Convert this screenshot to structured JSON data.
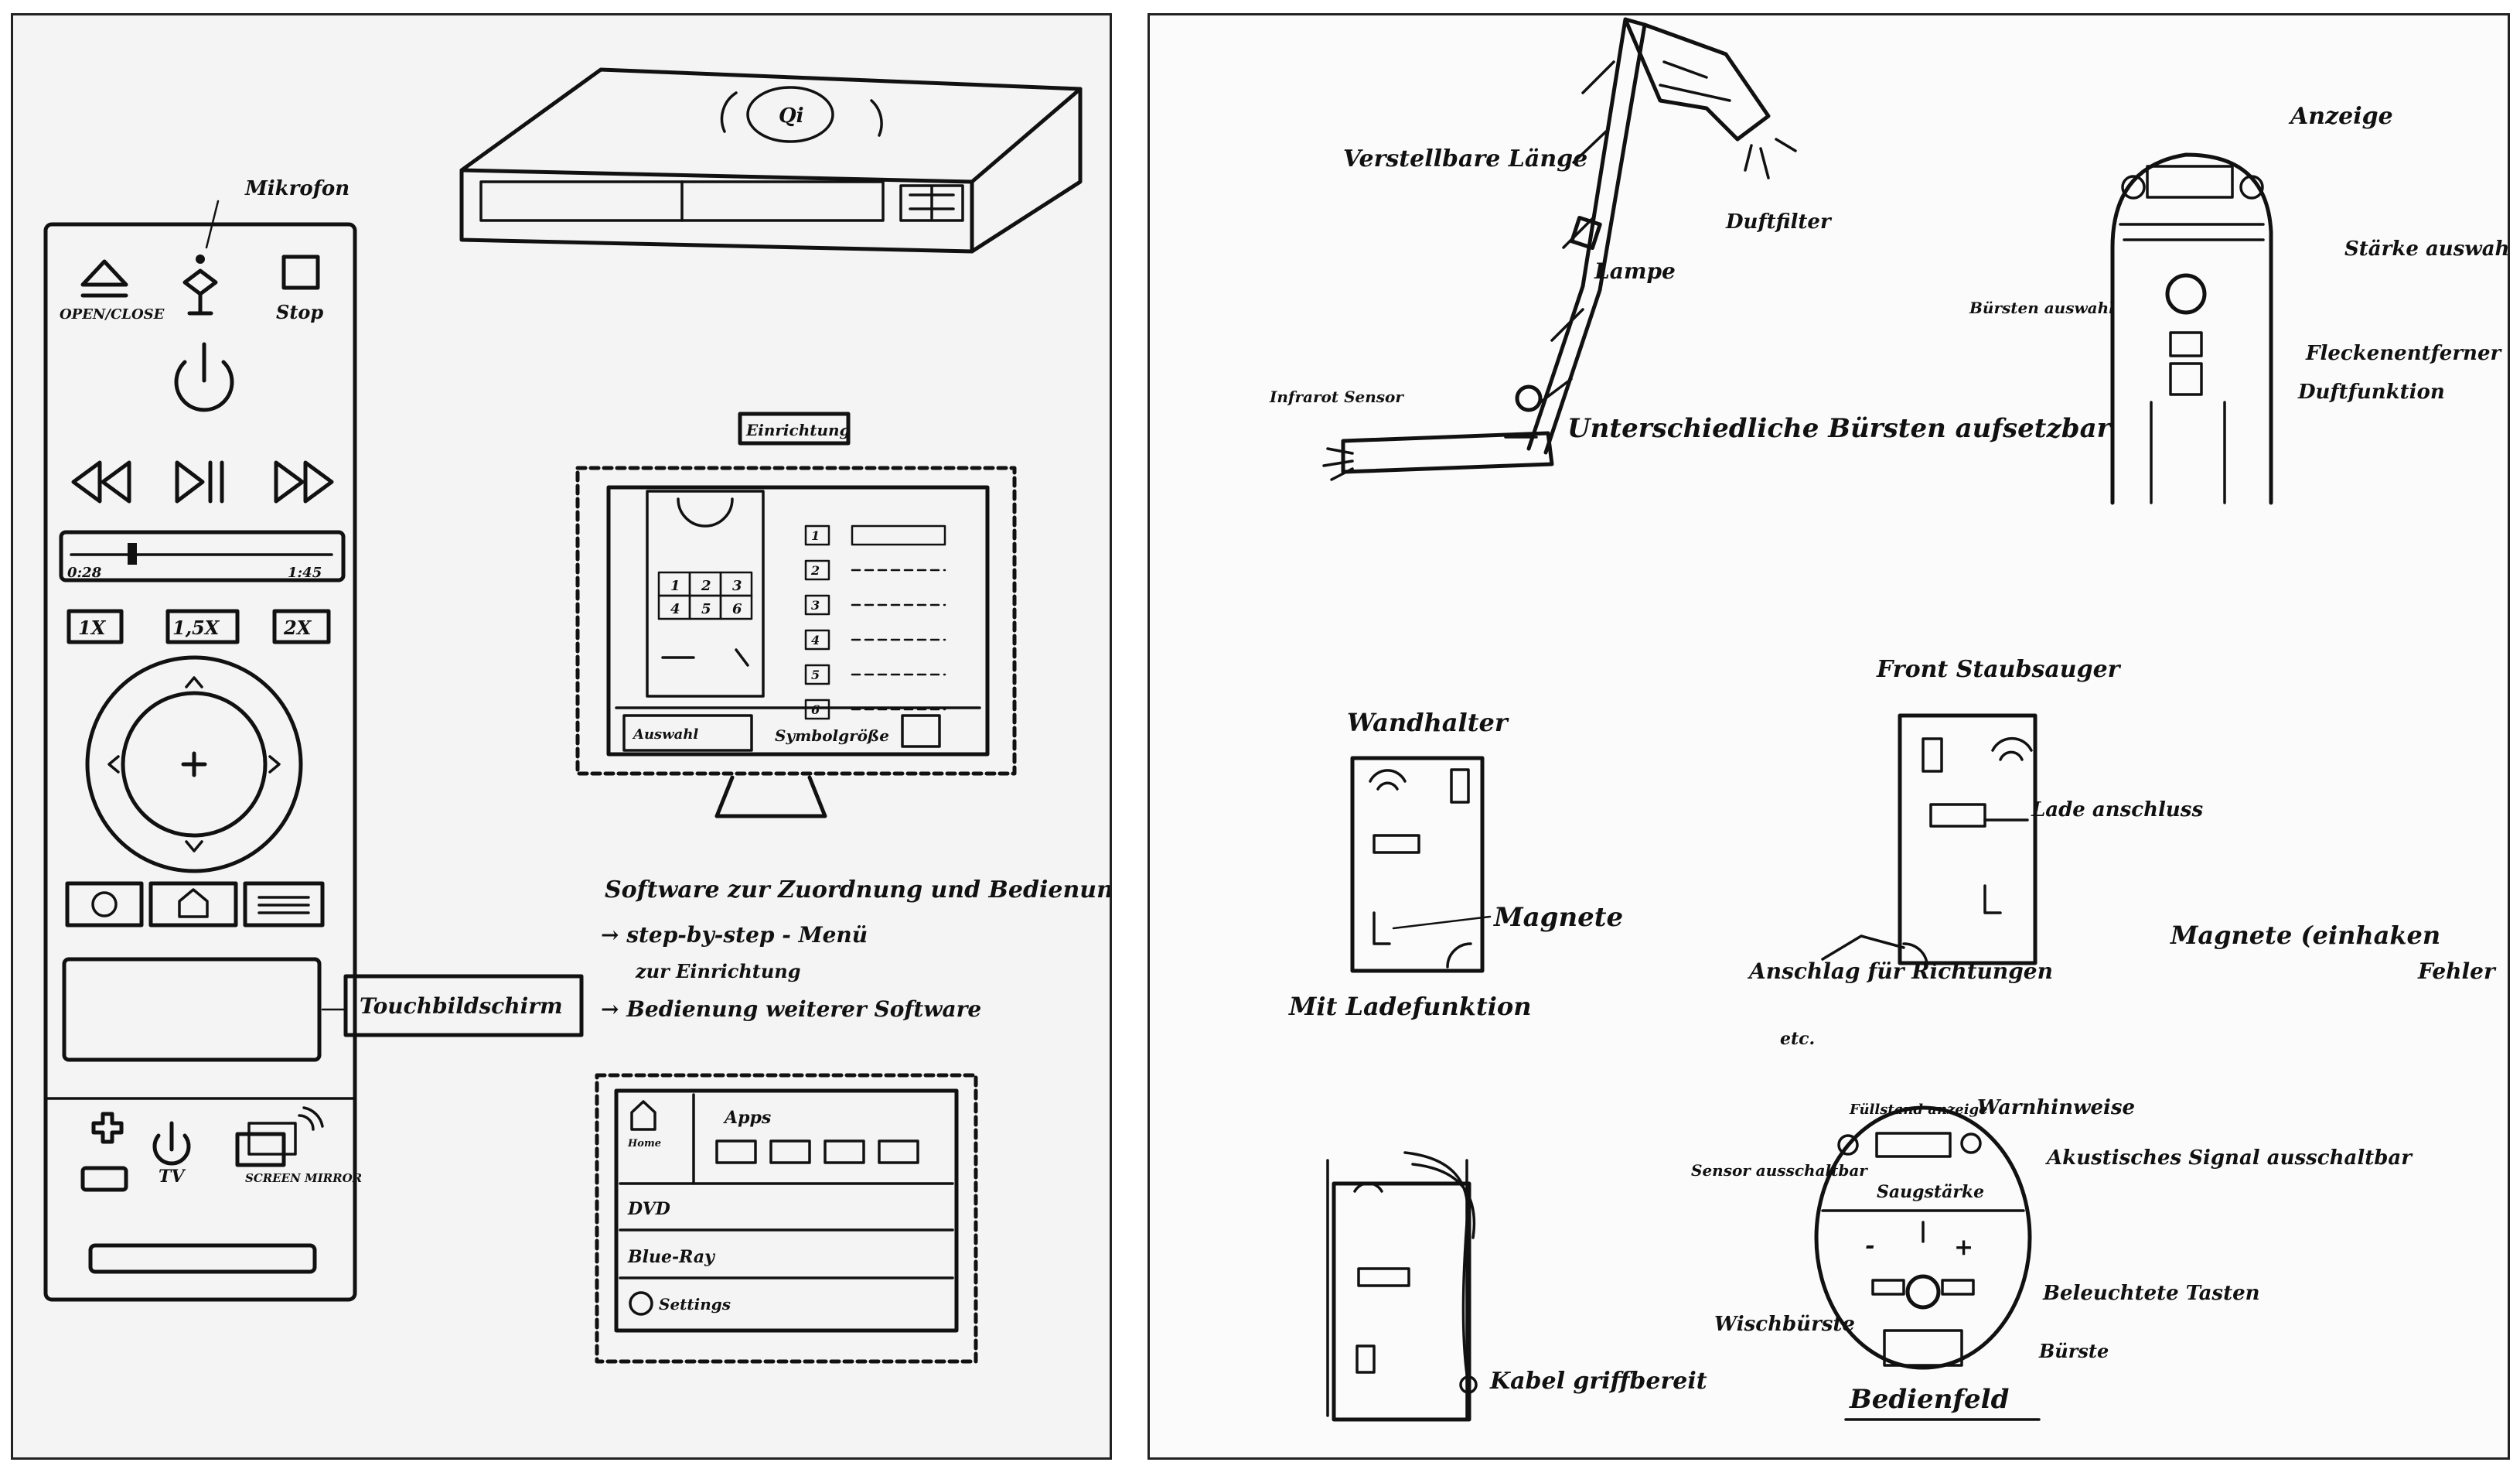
{
  "left_sketch": {
    "remote": {
      "mic_label": "Mikrofon",
      "open_close_label": "OPEN/CLOSE",
      "stop_label": "Stop",
      "time_start": "0:28",
      "time_end": "1:45",
      "speed_1": "1X",
      "speed_2": "1,5X",
      "speed_3": "2X",
      "tv_label": "TV",
      "screen_mirror_label": "SCREEN MIRROR",
      "touchscreen_label": "Touchbildschirm"
    },
    "player_box": {
      "disc_label": "Qi"
    },
    "monitor": {
      "header_label": "Einrichtung",
      "numpad": [
        "1",
        "2",
        "3",
        "4",
        "5",
        "6"
      ],
      "list_numbers": [
        "1",
        "2",
        "3",
        "4",
        "5",
        "6"
      ],
      "bottom_left_label": "Auswahl",
      "bottom_right_label": "Symbolgröße"
    },
    "notes": {
      "line1": "Software zur Zuordnung und Bedienung",
      "line2": "→ step-by-step - Menü",
      "line3": "zur Einrichtung",
      "line4": "→ Bedienung weiterer Software"
    },
    "app_screen": {
      "home_label": "Home",
      "apps_label": "Apps",
      "rows": [
        "DVD",
        "Blue-Ray",
        "Settings"
      ]
    }
  },
  "right_sketch": {
    "lamp": {
      "label_length": "Verstellbare Länge",
      "label_lamp": "Lampe",
      "label_filter": "Duftfilter",
      "label_sensor": "Infrarot Sensor",
      "label_brushes": "Unterschiedliche Bürsten aufsetzbar"
    },
    "handle": {
      "label_display": "Anzeige",
      "label_strength": "Stärke auswahl",
      "label_brush": "Bürsten auswahl",
      "label_stain": "Fleckenentferner",
      "label_scent": "Duftfunktion"
    },
    "wall_holder": {
      "title": "Wandhalter",
      "label_magnets": "Magnete",
      "caption": "Mit Ladefunktion"
    },
    "front_vacuum": {
      "title": "Front Staubsauger",
      "label_charge": "Lade anschluss",
      "label_magnets": "Magnete (einhaken",
      "label_magnets_2": "Fehler",
      "label_stop": "Anschlag für Richtungen",
      "label_stop_2": "etc."
    },
    "cable_device": {
      "label_cable": "Kabel griffbereit"
    },
    "control_panel": {
      "title": "Bedienfeld",
      "label_fill": "Füllstand anzeige",
      "label_warnings": "Warnhinweise",
      "label_sensor": "Sensor ausschaltbar",
      "label_acoustic": "Akustisches Signal ausschaltbar",
      "label_suction": "Saugstärke",
      "label_minus": "-",
      "label_plus": "+",
      "label_lit": "Beleuchtete Tasten",
      "label_soft": "Wischbürste",
      "label_brush": "Bürste"
    }
  }
}
